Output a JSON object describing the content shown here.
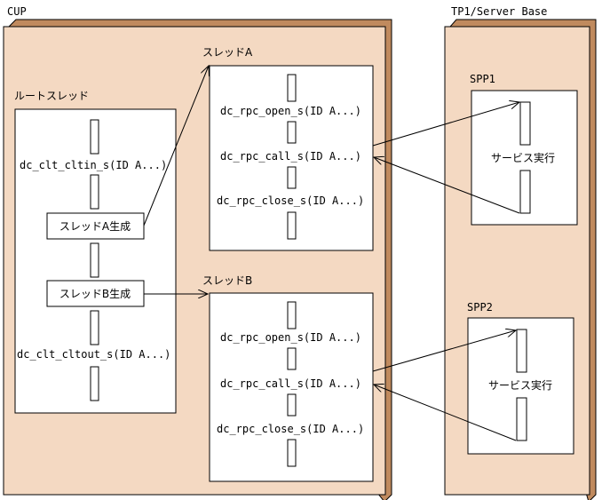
{
  "colors": {
    "panel_fill": "#f4d9c2",
    "panel_shadow": "#c08a5e",
    "box_fill": "#ffffff",
    "line": "#000000"
  },
  "cup": {
    "title": "CUP"
  },
  "server": {
    "title": "TP1/Server Base"
  },
  "root": {
    "title": "ルートスレッド",
    "call_cltin": "dc_clt_cltin_s(ID A...)",
    "create_a": "スレッドA生成",
    "create_b": "スレッドB生成",
    "call_cltout": "dc_clt_cltout_s(ID A...)"
  },
  "thread_a": {
    "title": "スレッドA",
    "open": "dc_rpc_open_s(ID A...)",
    "call": "dc_rpc_call_s(ID A...)",
    "close": "dc_rpc_close_s(ID A...)"
  },
  "thread_b": {
    "title": "スレッドB",
    "open": "dc_rpc_open_s(ID A...)",
    "call": "dc_rpc_call_s(ID A...)",
    "close": "dc_rpc_close_s(ID A...)"
  },
  "spp1": {
    "title": "SPP1",
    "service": "サービス実行"
  },
  "spp2": {
    "title": "SPP2",
    "service": "サービス実行"
  }
}
